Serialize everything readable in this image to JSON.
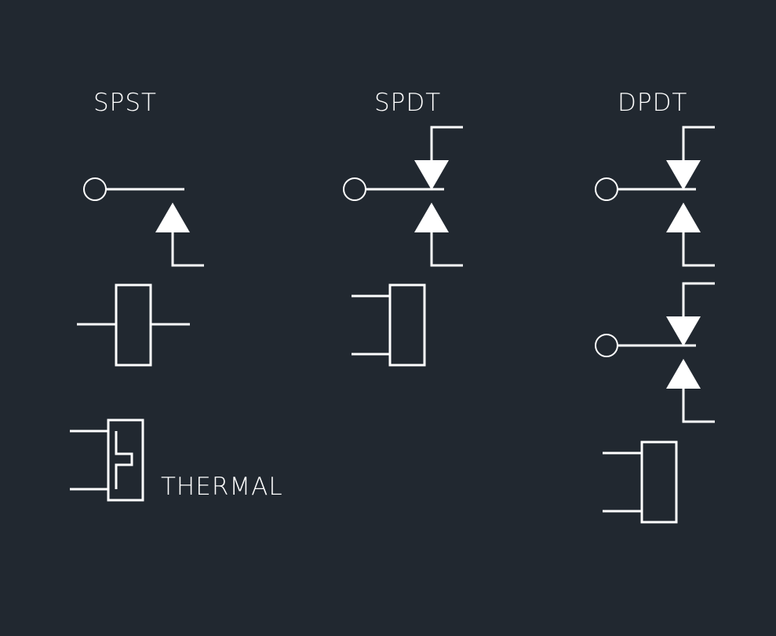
{
  "diagram": {
    "title_spst": "SPST",
    "title_spdt": "SPDT",
    "title_dpdt": "DPDT",
    "thermal_label": "THERMAL"
  },
  "colors": {
    "background": "#212830",
    "stroke": "#ffffff"
  }
}
